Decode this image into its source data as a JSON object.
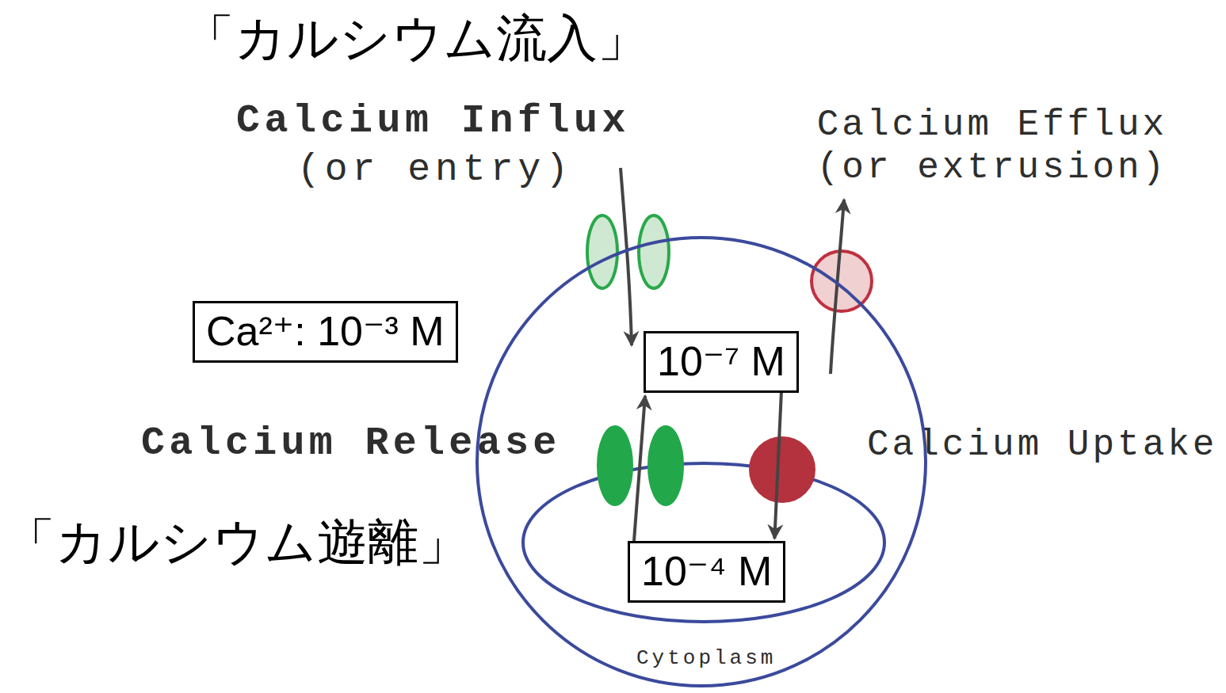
{
  "diagram": {
    "nodes": [
      {
        "text": [
          "Cytoplasm"
        ]
      },
      {
        "text": [
          "10⁻⁷ M"
        ],
        "in": 0
      },
      {
        "text": [
          "10⁻⁴ M"
        ],
        "in": 0
      },
      {
        "text": [
          "Ca²⁺: 10⁻³ M"
        ]
      }
    ],
    "edges": [
      {
        "from": 2,
        "to": 1,
        "arrow": "to"
      },
      {
        "from": 1,
        "to": 2,
        "arrow": "to"
      }
    ],
    "labels": [
      "「カルシウム流入」",
      "Calcium Influx",
      "(or entry)",
      "Calcium Efflux (or extrusion)",
      "Calcium Release",
      "Calcium Uptake",
      "「カルシウム遊離」"
    ]
  }
}
